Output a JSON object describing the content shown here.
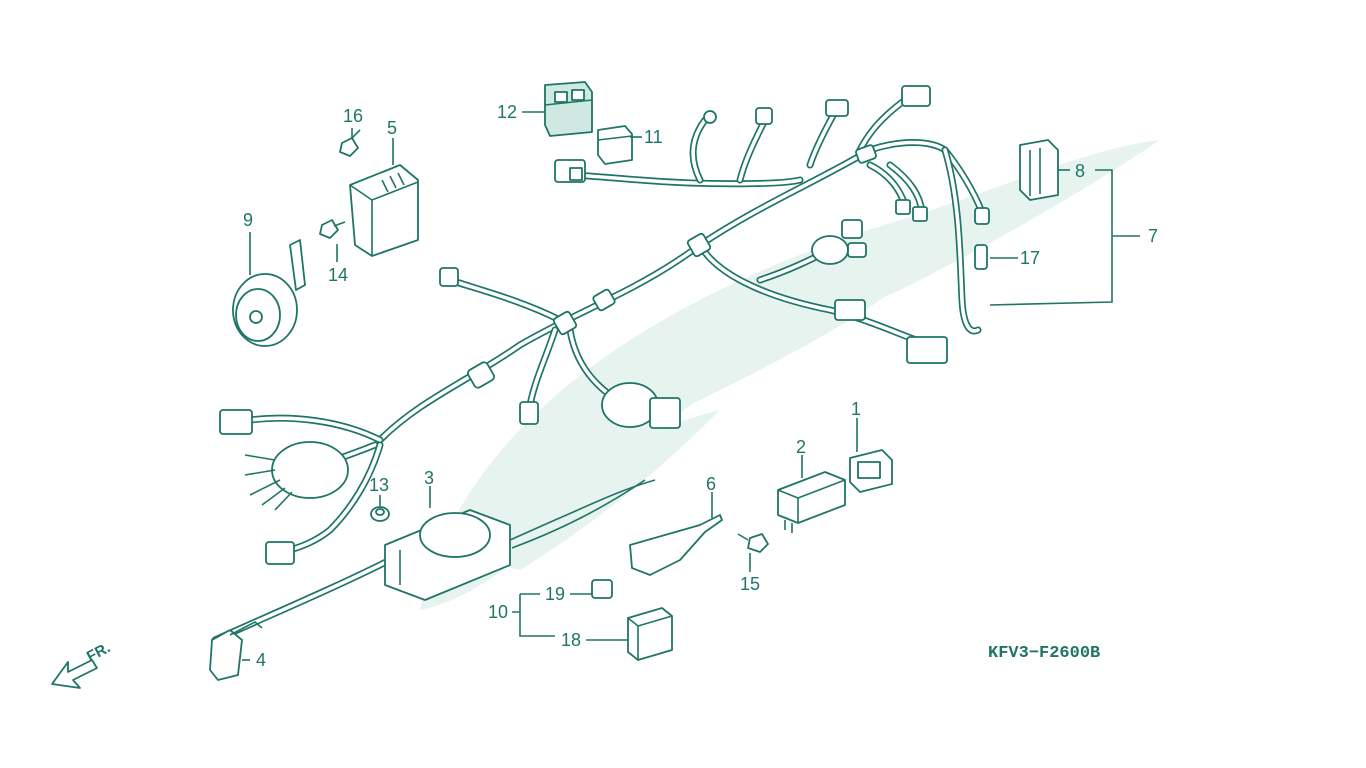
{
  "diagram": {
    "code": "KFV3−F2600B",
    "direction_label": "FR.",
    "callouts": [
      "1",
      "2",
      "3",
      "4",
      "5",
      "6",
      "7",
      "8",
      "9",
      "10",
      "11",
      "12",
      "13",
      "14",
      "15",
      "16",
      "17",
      "18",
      "19"
    ]
  },
  "colors": {
    "line": "#1f7566",
    "watermark": "#e6f3ef",
    "background": "#ffffff"
  }
}
